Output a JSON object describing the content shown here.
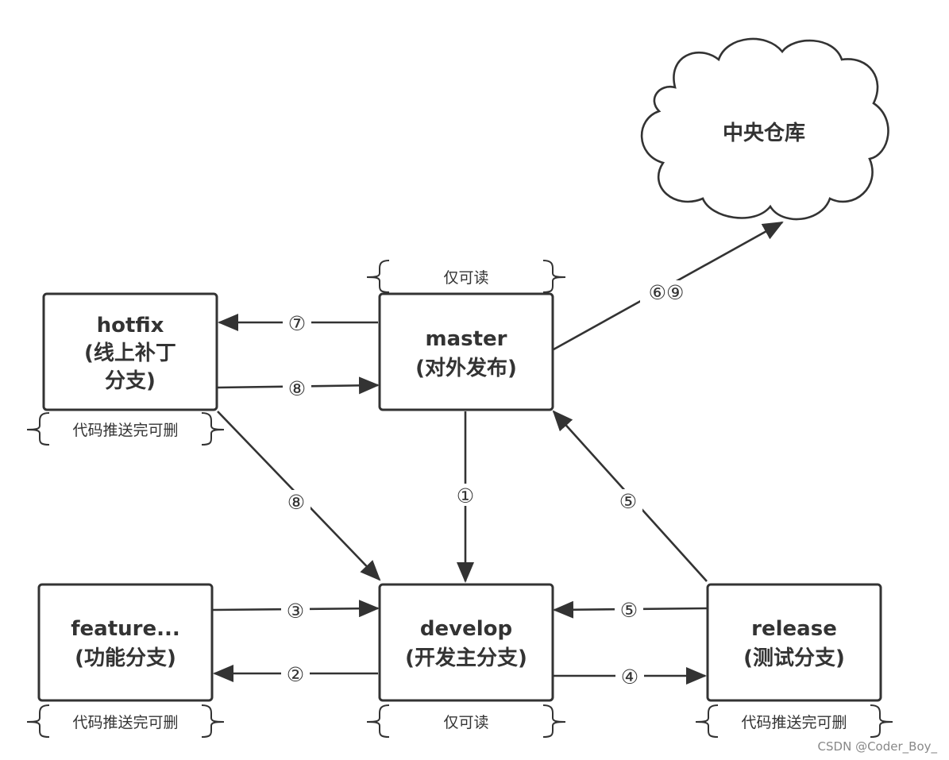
{
  "cloud": {
    "label": "中央仓库"
  },
  "nodes": {
    "hotfix": {
      "line1": "hotfix",
      "line2": "(线上补丁",
      "line3": "分支)"
    },
    "master": {
      "line1": "master",
      "line2": "(对外发布)"
    },
    "feature": {
      "line1": "feature...",
      "line2": "(功能分支)"
    },
    "develop": {
      "line1": "develop",
      "line2": "(开发主分支)"
    },
    "release": {
      "line1": "release",
      "line2": "(测试分支)"
    }
  },
  "notes": {
    "master": "仅可读",
    "hotfix": "代码推送完可删",
    "feature": "代码推送完可删",
    "develop": "仅可读",
    "release": "代码推送完可删"
  },
  "steps": {
    "master_to_develop": "①",
    "develop_to_feature": "②",
    "feature_to_develop": "③",
    "develop_to_release": "④",
    "release_to_master": "⑤",
    "release_to_develop": "⑤",
    "master_to_cloud": "⑥⑨",
    "master_to_hotfix": "⑦",
    "hotfix_to_master": "⑧",
    "hotfix_to_develop": "⑧"
  },
  "watermark": "CSDN @Coder_Boy_"
}
